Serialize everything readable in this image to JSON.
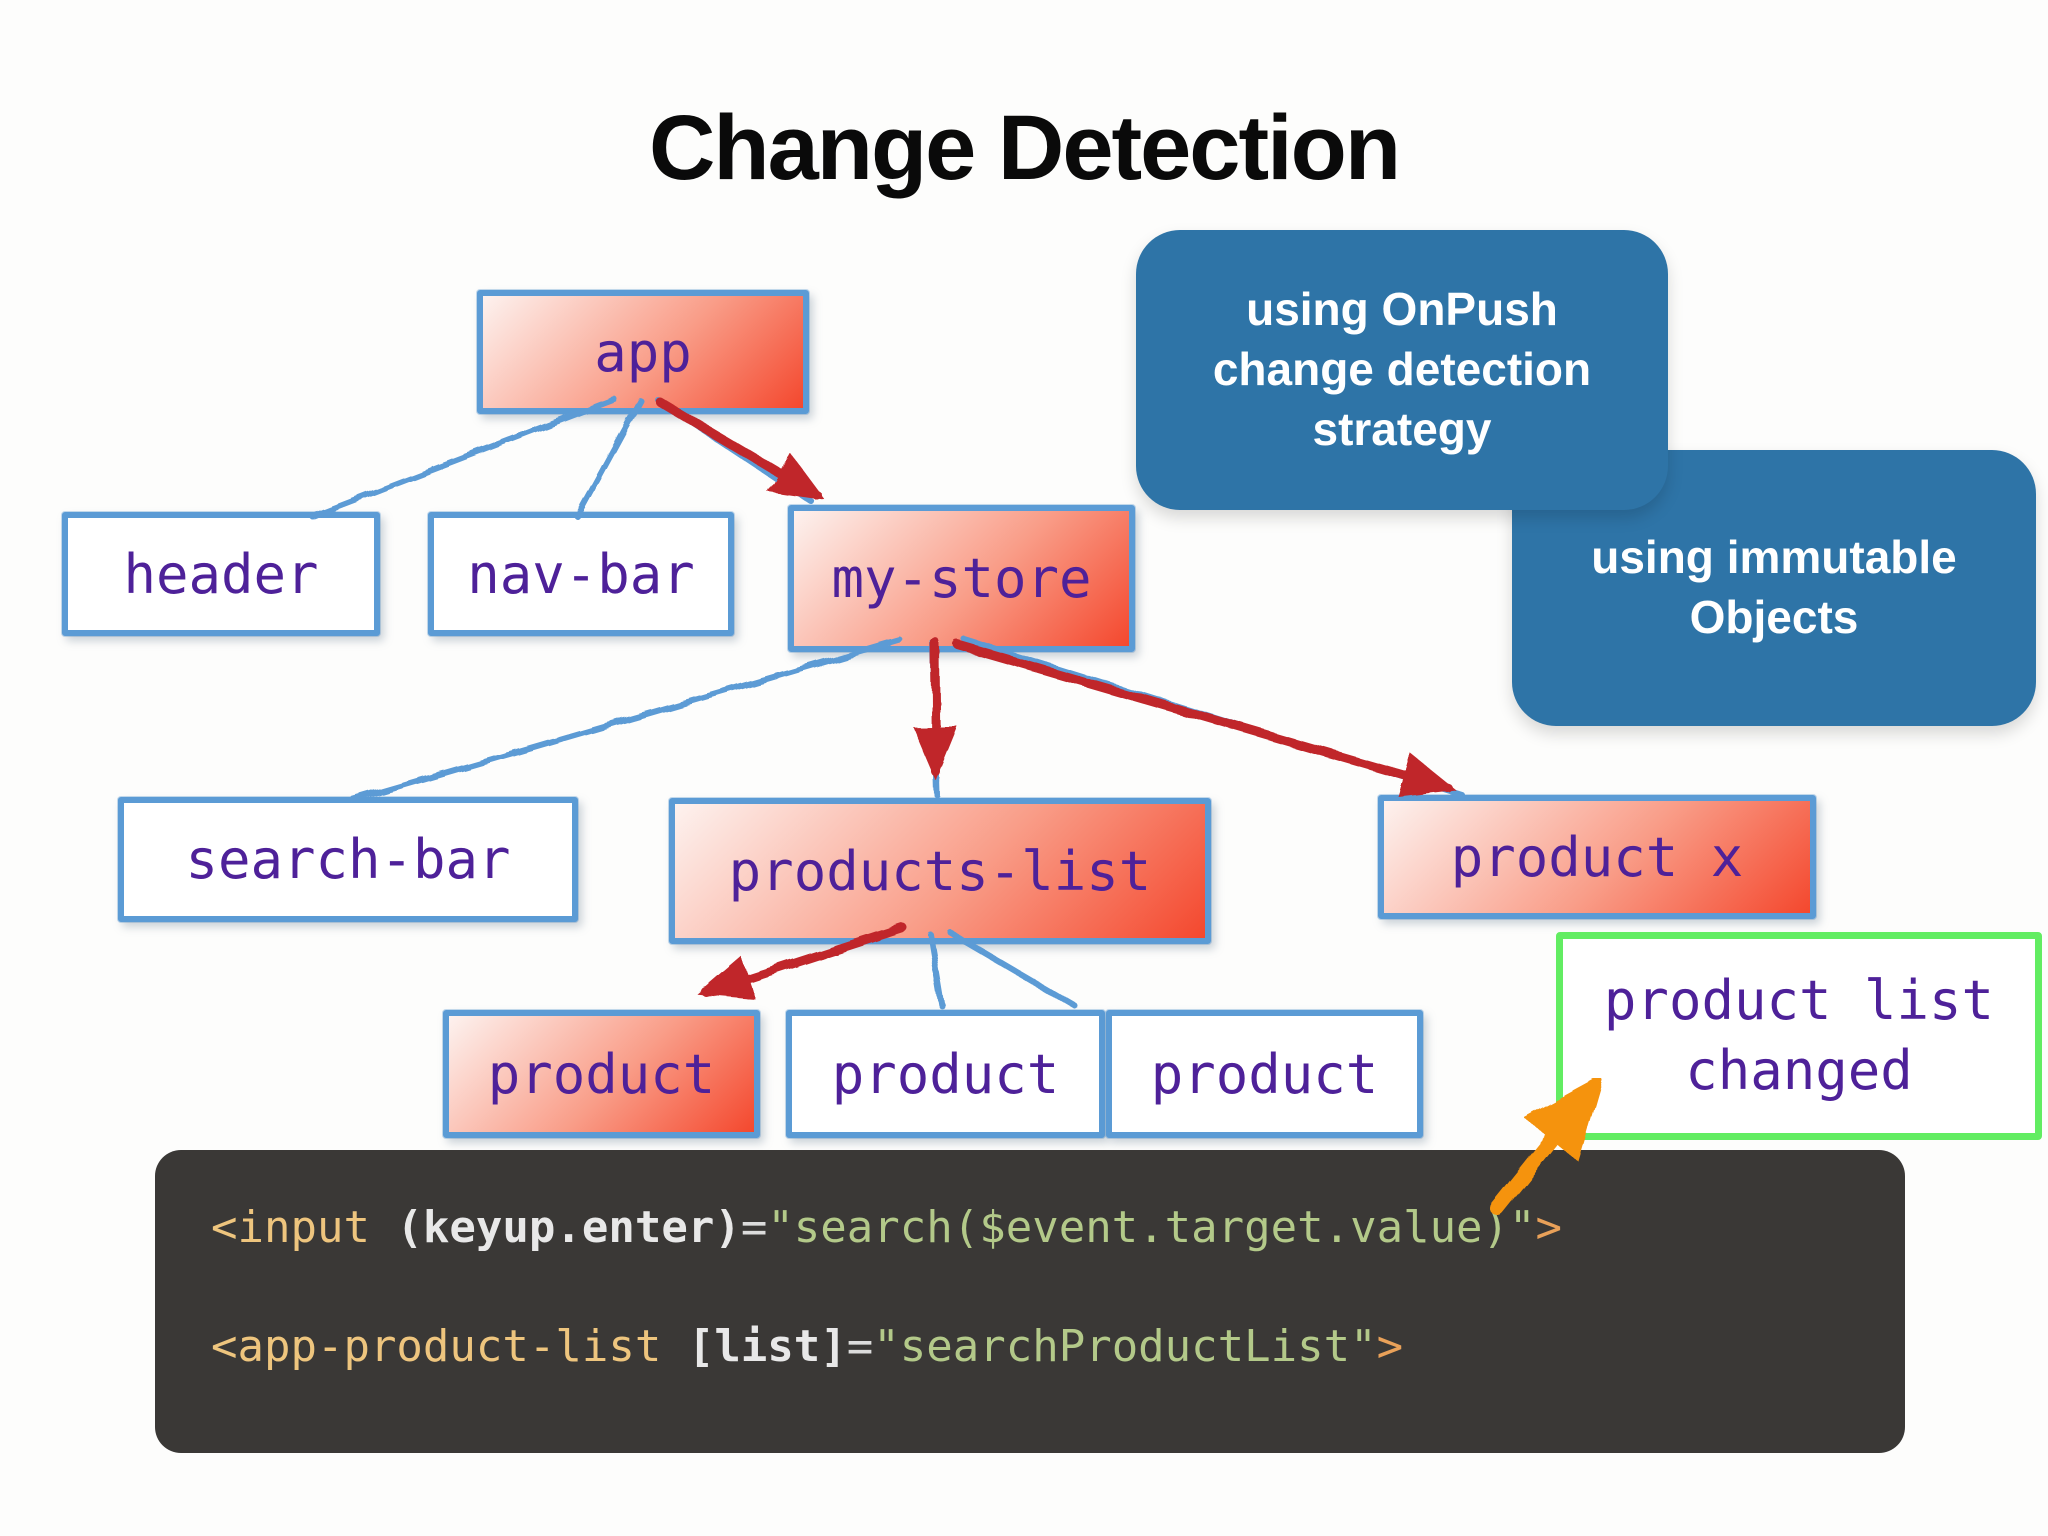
{
  "title": "Change Detection",
  "callouts": {
    "onpush": {
      "text": "using OnPush\nchange detection\nstrategy",
      "bg": "#2e74a7",
      "text_color": "#ffffff"
    },
    "immutable": {
      "text": "using immutable\nObjects",
      "bg": "#2e74a7",
      "text_color": "#ffffff"
    }
  },
  "tree": {
    "nodes": [
      {
        "id": "app",
        "label": "app",
        "highlighted": true
      },
      {
        "id": "header",
        "label": "header",
        "highlighted": false
      },
      {
        "id": "nav-bar",
        "label": "nav-bar",
        "highlighted": false
      },
      {
        "id": "my-store",
        "label": "my-store",
        "highlighted": true
      },
      {
        "id": "search-bar",
        "label": "search-bar",
        "highlighted": false
      },
      {
        "id": "products-list",
        "label": "products-list",
        "highlighted": true
      },
      {
        "id": "product-x",
        "label": "product x",
        "highlighted": true
      },
      {
        "id": "product-1",
        "label": "product",
        "highlighted": true
      },
      {
        "id": "product-2",
        "label": "product",
        "highlighted": false
      },
      {
        "id": "product-3",
        "label": "product",
        "highlighted": false
      }
    ],
    "plain_edges": [
      [
        "app",
        "header"
      ],
      [
        "app",
        "nav-bar"
      ],
      [
        "app",
        "my-store"
      ],
      [
        "my-store",
        "search-bar"
      ],
      [
        "my-store",
        "products-list"
      ],
      [
        "my-store",
        "product-x"
      ],
      [
        "products-list",
        "product-1"
      ],
      [
        "products-list",
        "product-2"
      ],
      [
        "products-list",
        "product-3"
      ]
    ],
    "change_detection_edges": [
      [
        "app",
        "my-store"
      ],
      [
        "my-store",
        "products-list"
      ],
      [
        "my-store",
        "product-x"
      ],
      [
        "products-list",
        "product-1"
      ]
    ]
  },
  "note": {
    "label": "product list\nchanged",
    "border_color": "#62ed62"
  },
  "code_block": {
    "bg": "#3a3836",
    "lines": [
      {
        "tag": "<input ",
        "attr": "(keyup.enter)",
        "equals": "=",
        "string": "\"search($event.target.value)\"",
        "close": ">"
      },
      {
        "tag": "<app-product-list ",
        "attr": "[list]",
        "equals": "=",
        "string": "\"searchProductList\"",
        "close": ">"
      }
    ],
    "token_colors": {
      "tag": "#eec57e",
      "attr": "#e8e8e8",
      "string": "#b3c989",
      "close": "#e9a159"
    }
  },
  "colors": {
    "node_border": "#5b9bd5",
    "node_text": "#4e2199",
    "node_gradient_start": "#fdf2ef",
    "node_gradient_end": "#f4482e",
    "connector_blue": "#5b9bd5",
    "arrow_red": "#c0262a",
    "arrow_orange": "#f5930f",
    "callout_blue": "#2e74a7",
    "note_green": "#62ed62",
    "code_bg": "#3a3836",
    "background": "#fdfdfc",
    "title_color": "#0a0a0a"
  }
}
